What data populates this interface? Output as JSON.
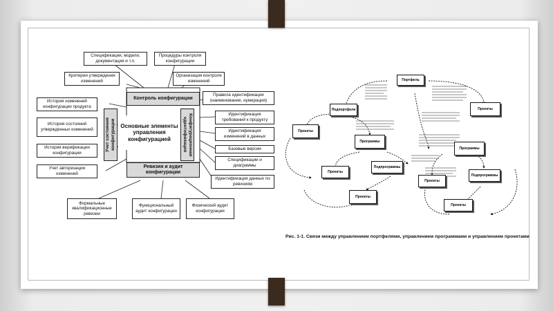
{
  "left_diagram": {
    "core": "Основные элементы управления конфигурацией",
    "top_header": "Контроль конфигурации",
    "bottom_header": "Ревизия и аудит конфигурации",
    "left_header": "Учет состояния конфигурации",
    "right_header": "Конфигурационная идентификация",
    "top_items": [
      "Спецификации, модели, документация и т.п.",
      "Процедуры контроля конфигурации",
      "Критерии утверждения изменений",
      "Организация контроля изменений"
    ],
    "left_items": [
      "История изменений конфигурации продукта",
      "История состояний утвержденных изменений",
      "История верификации конфигурации",
      "Учет авторизации изменений"
    ],
    "right_items": [
      "Правила идентификации (наименование, нумерация)",
      "Идентификация требований к продукту",
      "Идентификация изменений в данных",
      "Базовые версии",
      "Спецификации и диаграммы",
      "Идентификация данных по ревизиям"
    ],
    "bottom_items": [
      "Формальные квалификационные ревизии",
      "Функциональный аудит конфигурации",
      "Физический аудит конфигурации"
    ]
  },
  "right_diagram": {
    "nodes": {
      "portfolio": "Портфель",
      "subportfolio": "Подпортфели",
      "projects": "Проекты",
      "programs": "Программы",
      "subprograms": "Подпрограммы"
    },
    "caption": "Рис. 1-1. Связи между управлением портфелями, управлением программами и управлением проектами"
  }
}
